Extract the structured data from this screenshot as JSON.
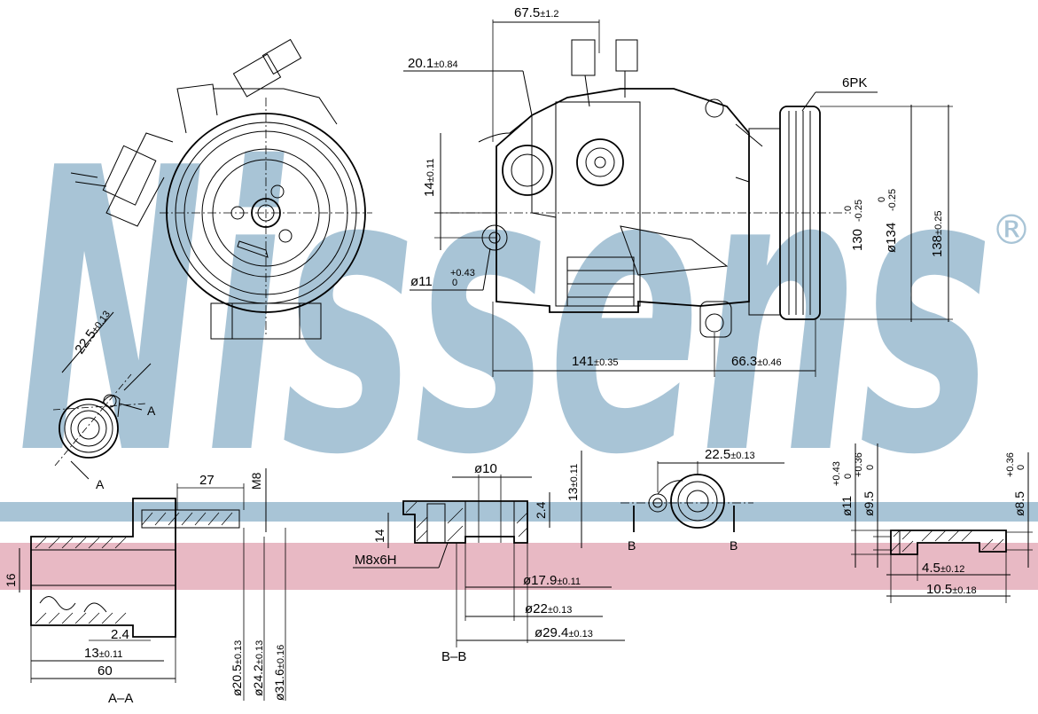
{
  "brand": {
    "name": "Nissens",
    "registered": "®",
    "watermark_color": "#a8c4d6",
    "band_blue": "#a8c4d6",
    "band_pink": "#e8b9c4"
  },
  "top_dims": {
    "width_67": "67.5",
    "width_67_tol": "±1.2",
    "d20": "20.1",
    "d20_tol": "±0.84",
    "d14": "14",
    "d14_tol": "±0.11",
    "hole": "ø11",
    "hole_tol_up": "+0.43",
    "hole_tol_low": "0",
    "belt": "6PK",
    "d130": "130",
    "d130_tol_up": "0",
    "d130_tol_low": "-0.25",
    "d134": "ø134",
    "d134_tol_up": "0",
    "d134_tol_low": "-0.25",
    "d138": "138",
    "d138_tol": "±0.25",
    "len141": "141",
    "len141_tol": "±0.35",
    "len66": "66.3",
    "len66_tol": "±0.46",
    "angle22": "22.5",
    "angle22_tol": "±0.13",
    "section_a": "A"
  },
  "section_aa": {
    "d27": "27",
    "m8": "M8",
    "d16": "16",
    "d2_4": "2.4",
    "d13": "13",
    "d13_tol": "±0.11",
    "d60": "60",
    "d20_5": "ø20.5",
    "d20_5_tol": "±0.13",
    "d24_2": "ø24.2",
    "d24_2_tol": "±0.13",
    "d31_6": "ø31.6",
    "d31_6_tol": "±0.16",
    "label": "A–A"
  },
  "section_bb": {
    "d10": "ø10",
    "d13": "13",
    "d13_tol": "±0.11",
    "d2_4": "2.4",
    "d14": "14",
    "m8x6h": "M8x6H",
    "d17_9": "ø17.9",
    "d17_9_tol": "±0.11",
    "d22": "ø22",
    "d22_tol": "±0.13",
    "d29_4": "ø29.4",
    "d29_4_tol": "±0.13",
    "label": "B–B"
  },
  "port_view": {
    "d22_5": "22.5",
    "d22_5_tol": "±0.13",
    "b_left": "B",
    "b_right": "B"
  },
  "fitting": {
    "d11": "ø11",
    "d11_tol_up": "+0.43",
    "d11_tol_low": "0",
    "d9_5": "ø9.5",
    "d9_5_tol_up": "+0.36",
    "d9_5_tol_low": "0",
    "d8_5": "ø8.5",
    "d8_5_tol_up": "+0.36",
    "d8_5_tol_low": "0",
    "d4_5": "4.5",
    "d4_5_tol": "±0.12",
    "d10_5": "10.5",
    "d10_5_tol": "±0.18"
  }
}
